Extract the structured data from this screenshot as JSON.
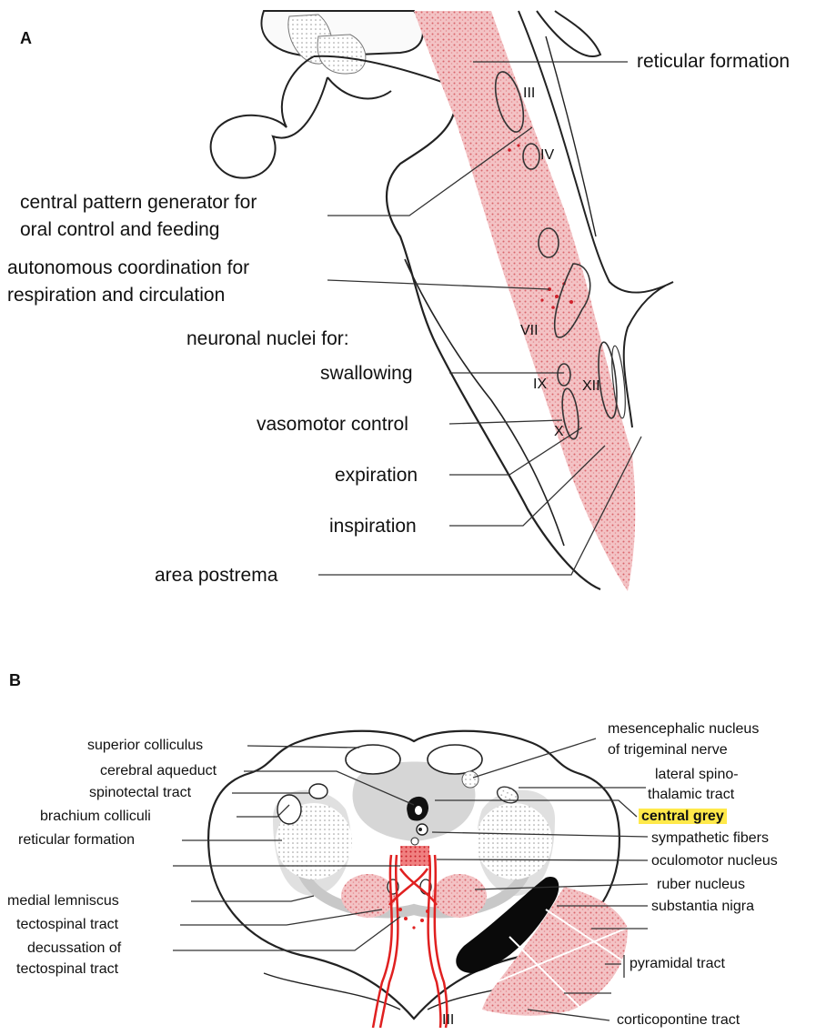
{
  "panel_a": {
    "letter": "A",
    "labels": {
      "reticular_formation": "reticular formation",
      "cpg_line1": "central pattern generator for",
      "cpg_line2": "oral control and feeding",
      "auto_line1": "autonomous coordination for",
      "auto_line2": "respiration and circulation",
      "neuronal_nuclei": "neuronal nuclei for:",
      "swallowing": "swallowing",
      "vasomotor": "vasomotor control",
      "expiration": "expiration",
      "inspiration": "inspiration",
      "area_postrema": "area postrema"
    },
    "nerve_nuclei": {
      "n3": "III",
      "n4": "IV",
      "n7": "VII",
      "n9": "IX",
      "n10": "X",
      "n12": "XII"
    }
  },
  "panel_b": {
    "letter": "B",
    "left_labels": {
      "superior_colliculus": "superior colliculus",
      "cerebral_aqueduct": "cerebral aqueduct",
      "spinotectal_tract": "spinotectal tract",
      "brachium_colliculi": "brachium colliculi",
      "reticular_formation": "reticular formation",
      "medial_lemniscus": "medial lemniscus",
      "tectospinal_tract": "tectospinal tract",
      "decussation_line1": "decussation of",
      "decussation_line2": "tectospinal tract"
    },
    "right_labels": {
      "mesenc_line1": "mesencephalic nucleus",
      "mesenc_line2": "of trigeminal nerve",
      "lateral_line1": "lateral spino-",
      "lateral_line2": "thalamic tract",
      "central_grey": "central grey",
      "sympathetic_fibers": "sympathetic fibers",
      "oculomotor_nucleus": "oculomotor nucleus",
      "ruber_nucleus": "ruber nucleus",
      "substantia_nigra": "substantia nigra",
      "pyramidal_tract": "pyramidal tract",
      "corticopontine_tract": "corticopontine tract"
    },
    "nerve_label": "III"
  },
  "colors": {
    "stipple_red": "#e0868a",
    "dot_red": "#d0202a",
    "grey_area": "#d2d2d2",
    "highlight": "#ffe94a",
    "outline": "#222222"
  }
}
